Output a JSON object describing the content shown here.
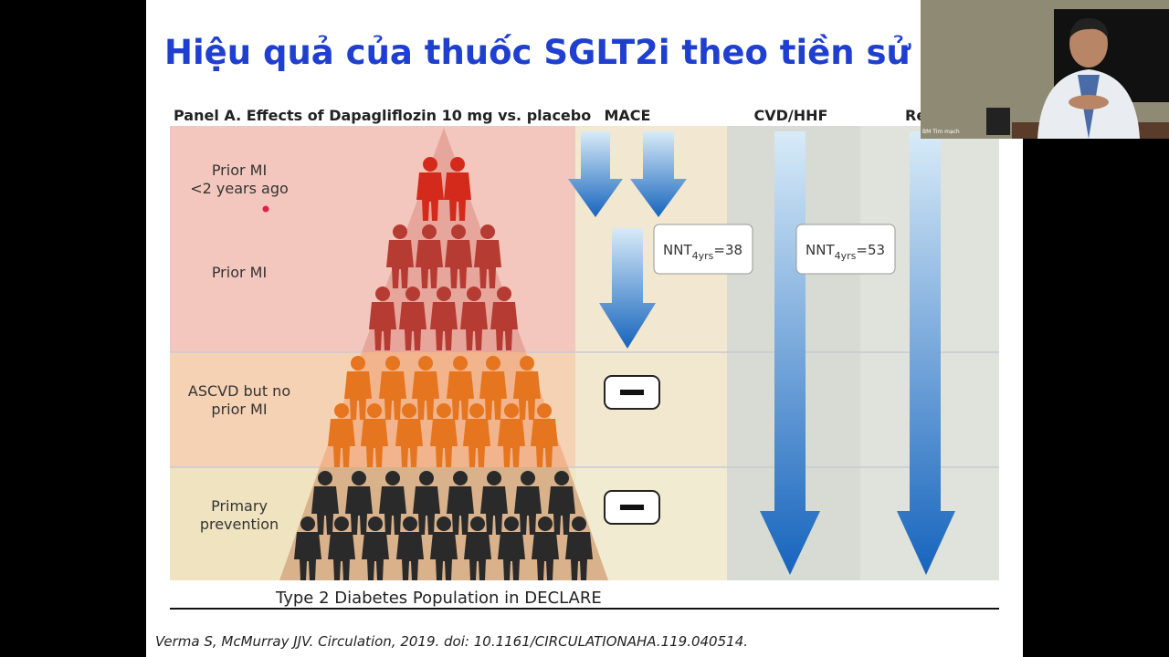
{
  "slide": {
    "title": "Hiệu quả của thuốc SGLT2i theo tiền sử NMCT",
    "citation": "Verma S, McMurray JJV. Circulation, 2019. doi: 10.1161/CIRCULATIONAHA.119.040514."
  },
  "figure": {
    "panel_title": "Panel A. Effects of Dapagliflozin 10 mg vs. placebo",
    "columns": [
      "MACE",
      "CVD/HHF",
      "Re"
    ],
    "rows": [
      {
        "label_lines": [
          "Prior MI",
          "<2 years ago"
        ],
        "color": "#f3c7bd"
      },
      {
        "label_lines": [
          "Prior MI"
        ],
        "color": "#f3c7bd"
      },
      {
        "label_lines": [
          "ASCVD but no",
          "prior MI"
        ],
        "color": "#f6d2b4"
      },
      {
        "label_lines": [
          "Primary",
          "prevention"
        ],
        "color": "#efe3c0"
      }
    ],
    "figure_colors": {
      "red": "#d42a1c",
      "dark_red": "#b63b33",
      "orange": "#e5751e",
      "black": "#2a2a2a",
      "arrow": "#1f6fc0"
    },
    "nnt_boxes": [
      {
        "prefix": "NNT",
        "sub": "4yrs",
        "suffix": "=38"
      },
      {
        "prefix": "NNT",
        "sub": "4yrs",
        "suffix": "=53"
      }
    ],
    "neutral_marks": [
      "—",
      "—"
    ],
    "population_label": "Type 2 Diabetes Population in DECLARE"
  },
  "webcam": {
    "name_tag": "BM Tim mạch"
  }
}
